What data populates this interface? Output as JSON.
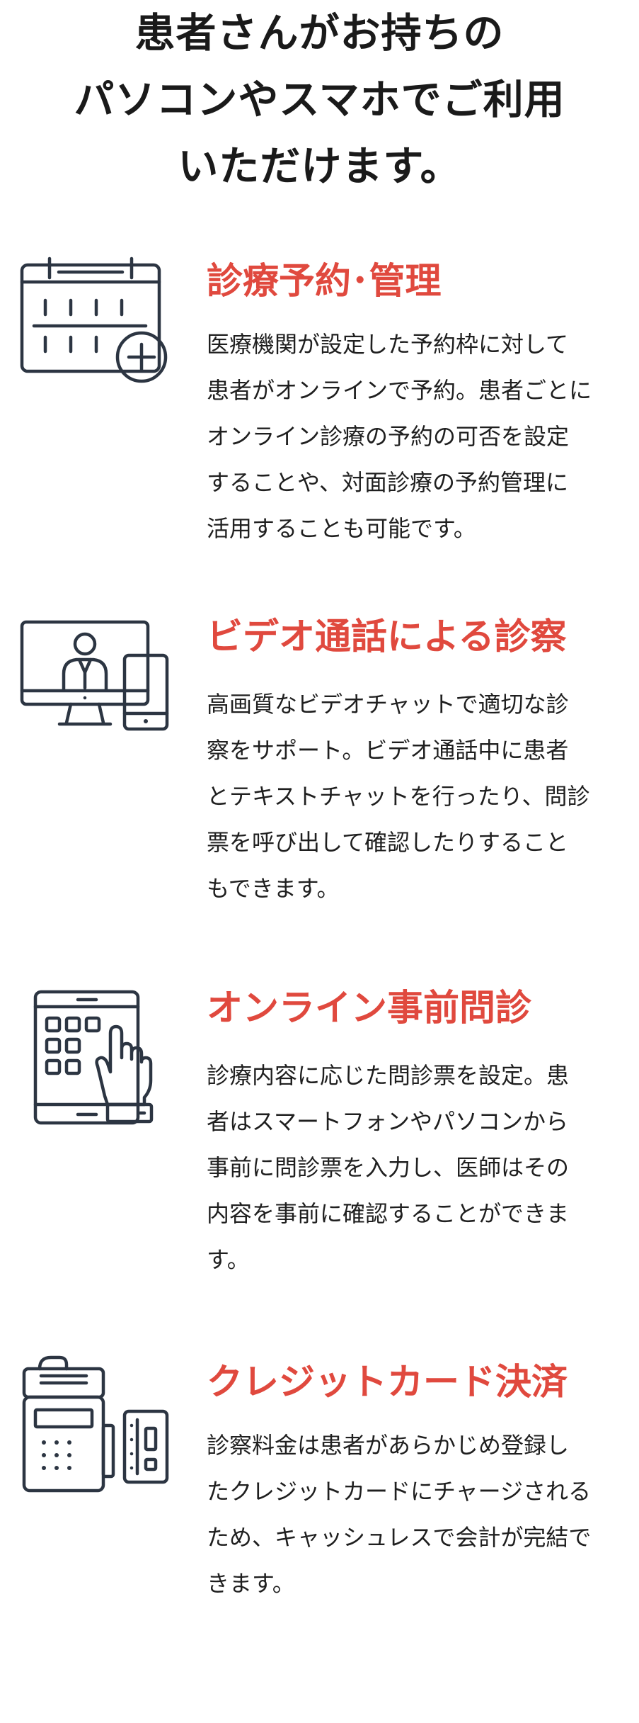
{
  "headline": {
    "lines": [
      "患者さんがお持ちの",
      "パソコンやスマホでご利用",
      "いただけます。"
    ]
  },
  "accent_color": "#e0493e",
  "icon_color": "#2c3542",
  "features": [
    {
      "icon": "calendar-plus-icon",
      "title": "診療予約･管理",
      "body": [
        "医療機関が設定した予約枠に対して",
        "患者がオンラインで予約。患者ごとに",
        "オンライン診療の予約の可否を設定",
        "することや、対面診療の予約管理に",
        "活用することも可能です。"
      ]
    },
    {
      "icon": "video-consult-devices-icon",
      "title": "ビデオ通話による診察",
      "body": [
        "高画質なビデオチャットで適切な診",
        "察をサポート。ビデオ通話中に患者",
        "とテキストチャットを行ったり、問診",
        "票を呼び出して確認したりすること",
        "もできます。"
      ]
    },
    {
      "icon": "tablet-touch-icon",
      "title": "オンライン事前問診",
      "body": [
        "診療内容に応じた問診票を設定。患",
        "者はスマートフォンやパソコンから",
        "事前に問診票を入力し、医師はその",
        "内容を事前に確認することができま",
        "す。"
      ]
    },
    {
      "icon": "card-terminal-icon",
      "title": "クレジットカード決済",
      "body": [
        "診察料金は患者があらかじめ登録し",
        "たクレジットカードにチャージされる",
        "ため、キャッシュレスで会計が完結で",
        "きます。"
      ]
    }
  ]
}
